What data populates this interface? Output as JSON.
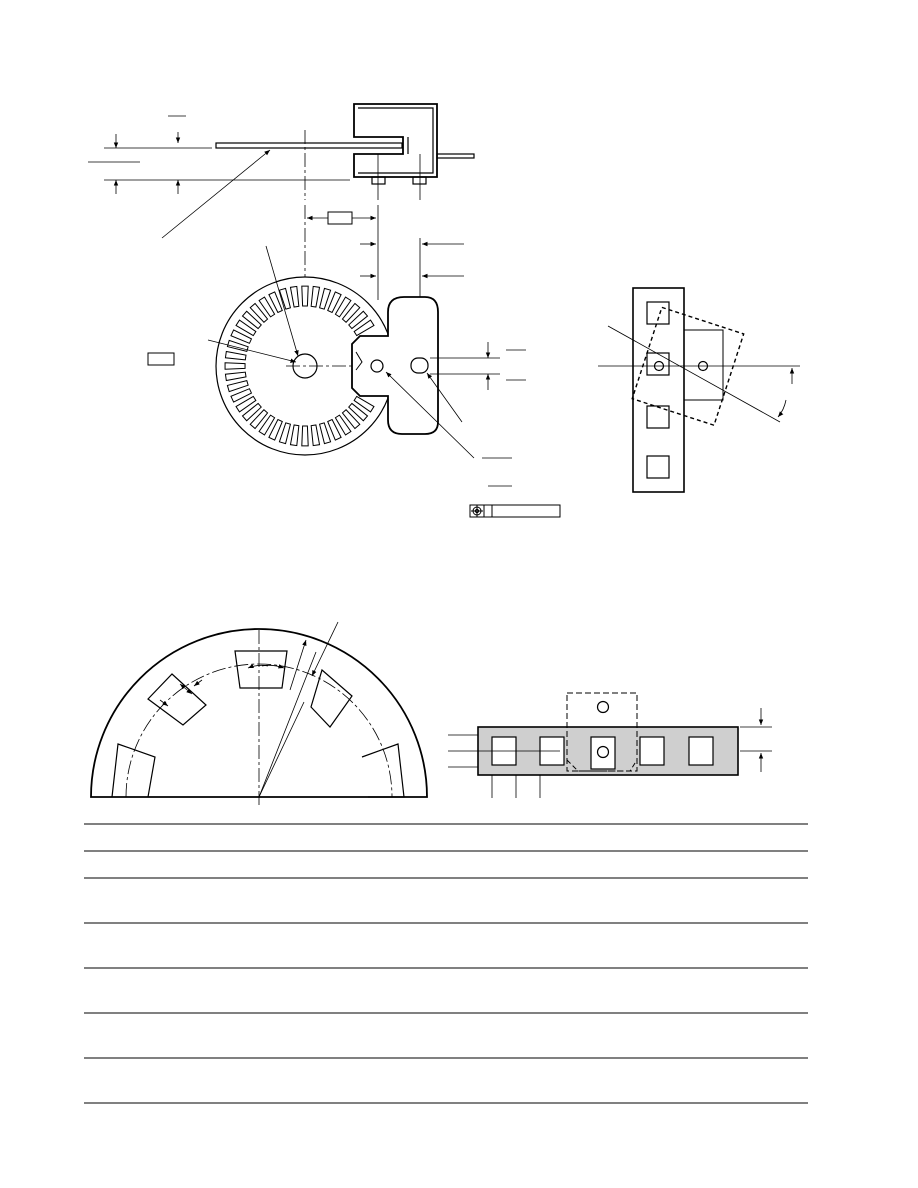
{
  "colors": {
    "line": "#000000",
    "paper": "#ffffff",
    "shade": "#cfcfcf"
  },
  "encoder_wheel": {
    "slot_count": 44,
    "gap_fraction": 0.18
  },
  "table": {
    "row_count": 6,
    "cells": []
  }
}
